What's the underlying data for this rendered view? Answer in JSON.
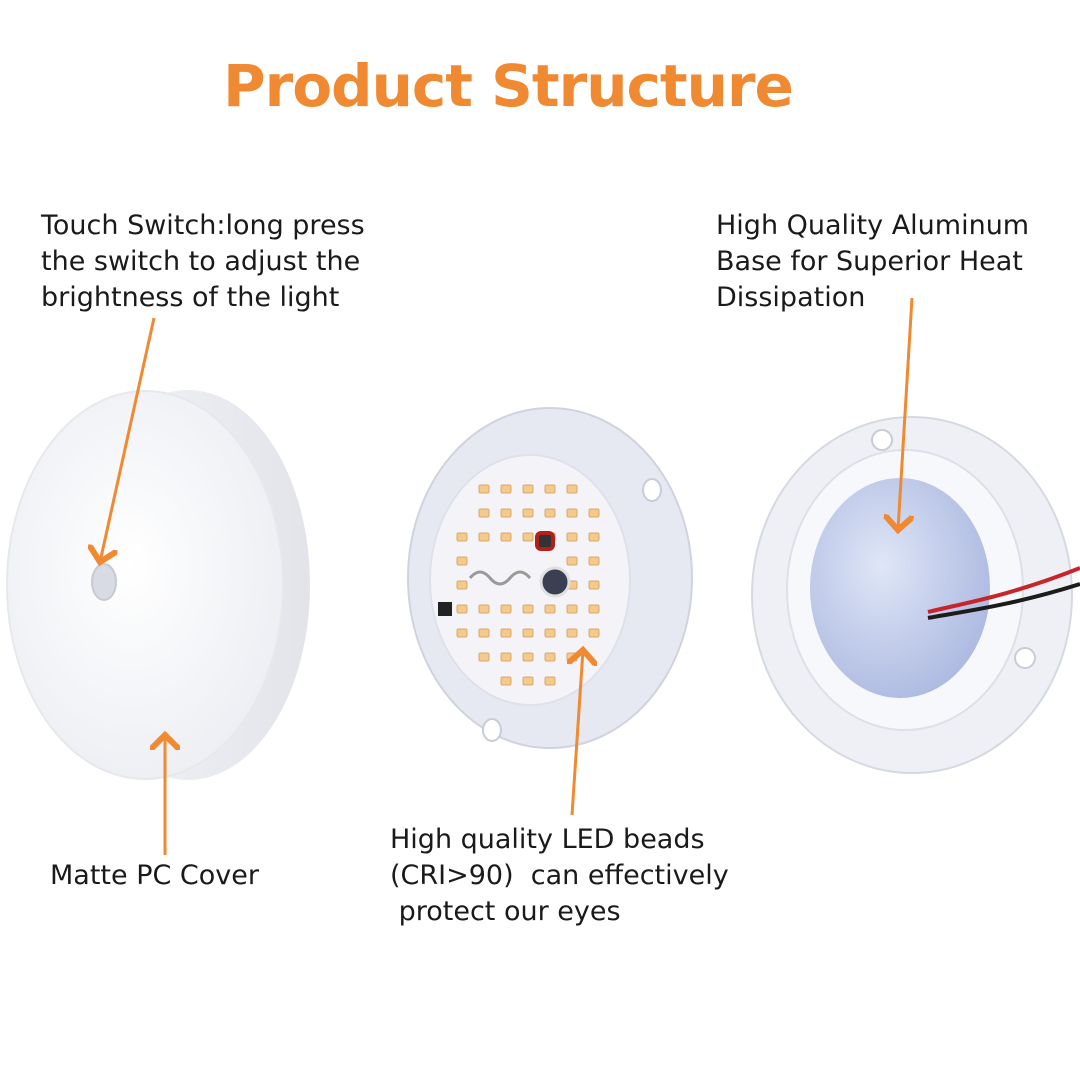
{
  "title": "Product Structure",
  "labels": {
    "touch_switch": "Touch Switch:long press\nthe switch to adjust the\nbrightness of the light",
    "aluminum_base": "High Quality Aluminum\nBase for Superior Heat\nDissipation",
    "pc_cover": "Matte PC Cover",
    "led_beads": "High quality LED beads\n(CRI>90)  can effectively\n protect our eyes"
  },
  "colors": {
    "accent": "#f08a32",
    "text": "#1a1a1a",
    "led": "#f3c98d"
  }
}
